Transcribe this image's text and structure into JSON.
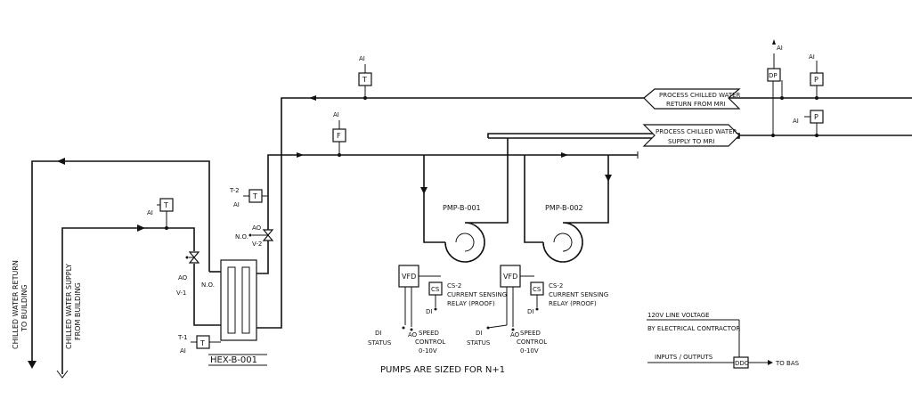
{
  "labels": {
    "cw_return": "CHILLED WATER RETURN",
    "cw_return_2": "TO BUILDING",
    "cw_supply": "CHILLED WATER SUPPLY",
    "cw_supply_2": "FROM BUILDING",
    "hex": "HEX-B-001",
    "pump1": "PMP-B-001",
    "pump2": "PMP-B-002",
    "pumps_note": "PUMPS ARE SIZED FOR N+1",
    "proc_return_1": "PROCESS CHILLED WATER",
    "proc_return_2": "RETURN FROM MRI",
    "proc_supply_1": "PROCESS CHILLED WATER",
    "proc_supply_2": "SUPPLY TO MRI",
    "vfd": "VFD",
    "cs": "CS",
    "cs2_1": "CS-2",
    "cs2_2": "CURRENT SENSING",
    "cs2_3": "RELAY (PROOF)",
    "di": "DI",
    "status": "STATUS",
    "ao": "AO",
    "speed_control": "SPEED",
    "speed_control_2": "CONTROL",
    "speed_control_3": "0-10V",
    "t": "T",
    "f": "F",
    "p": "P",
    "dp": "DP",
    "ai": "AI",
    "t1": "T-1",
    "t2": "T-2",
    "v1": "V-1",
    "v2": "V-2",
    "no": "N.O.",
    "legend_power": "120V LINE VOLTAGE",
    "legend_power_2": "BY ELECTRICAL CONTRACTOR",
    "legend_io": "INPUTS / OUTPUTS",
    "ddc": "DDC",
    "to_bas": "TO BAS"
  }
}
